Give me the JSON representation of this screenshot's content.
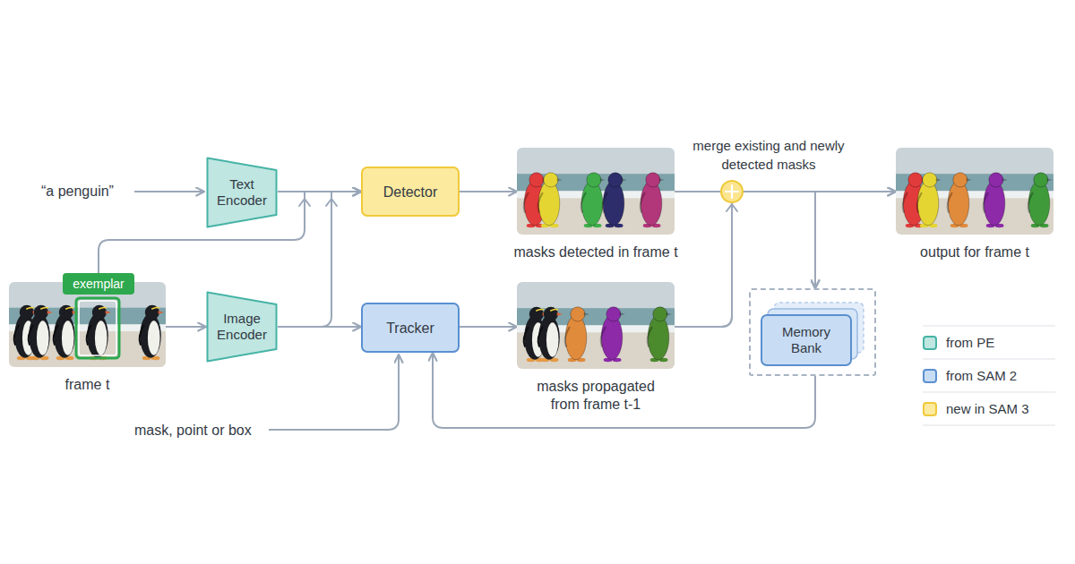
{
  "diagram": {
    "nodes": [
      {
        "text": [
          "Text Encoder"
        ]
      },
      {
        "text": [
          "frame t"
        ]
      },
      {
        "text": [
          "exemplar"
        ],
        "in": 1
      },
      {
        "text": [
          "Image Encoder"
        ]
      },
      {
        "text": [
          "Detector"
        ]
      },
      {
        "text": [
          "Tracker"
        ]
      },
      {
        "text": [
          "masks detected in frame t"
        ]
      },
      {
        "text": [
          "masks propagated from frame t-1"
        ]
      },
      {
        "text": [
          "Memory Bank"
        ]
      },
      {
        "text": [
          "output for frame t"
        ]
      }
    ],
    "edges": [
      {
        "from": 0,
        "to": 4,
        "arrow": "to"
      },
      {
        "from": 2,
        "to": 4,
        "arrow": "to"
      },
      {
        "from": 3,
        "to": 4,
        "arrow": "to"
      },
      {
        "from": 3,
        "to": 5,
        "arrow": "to"
      },
      {
        "from": 1,
        "to": 3,
        "arrow": "to"
      },
      {
        "from": 4,
        "to": 6,
        "arrow": "to"
      },
      {
        "from": 5,
        "to": 7,
        "arrow": "to"
      },
      {
        "from": 6,
        "to": 9,
        "arrow": "to"
      },
      {
        "from": 7,
        "to": 9,
        "arrow": "to"
      },
      {
        "from": 6,
        "to": 8,
        "arrow": "to"
      },
      {
        "from": 7,
        "to": 8,
        "arrow": "to"
      },
      {
        "from": 8,
        "to": 5,
        "arrow": "to"
      }
    ],
    "labels": [
      "“a penguin”",
      "merge existing and newly detected masks",
      "mask, point or box"
    ],
    "legend": [
      {
        "text": "from PE",
        "color": "#bfe6e1"
      },
      {
        "text": "from SAM 2",
        "color": "#c8ddf4"
      },
      {
        "text": "new in SAM 3",
        "color": "#fcea9f"
      }
    ]
  }
}
